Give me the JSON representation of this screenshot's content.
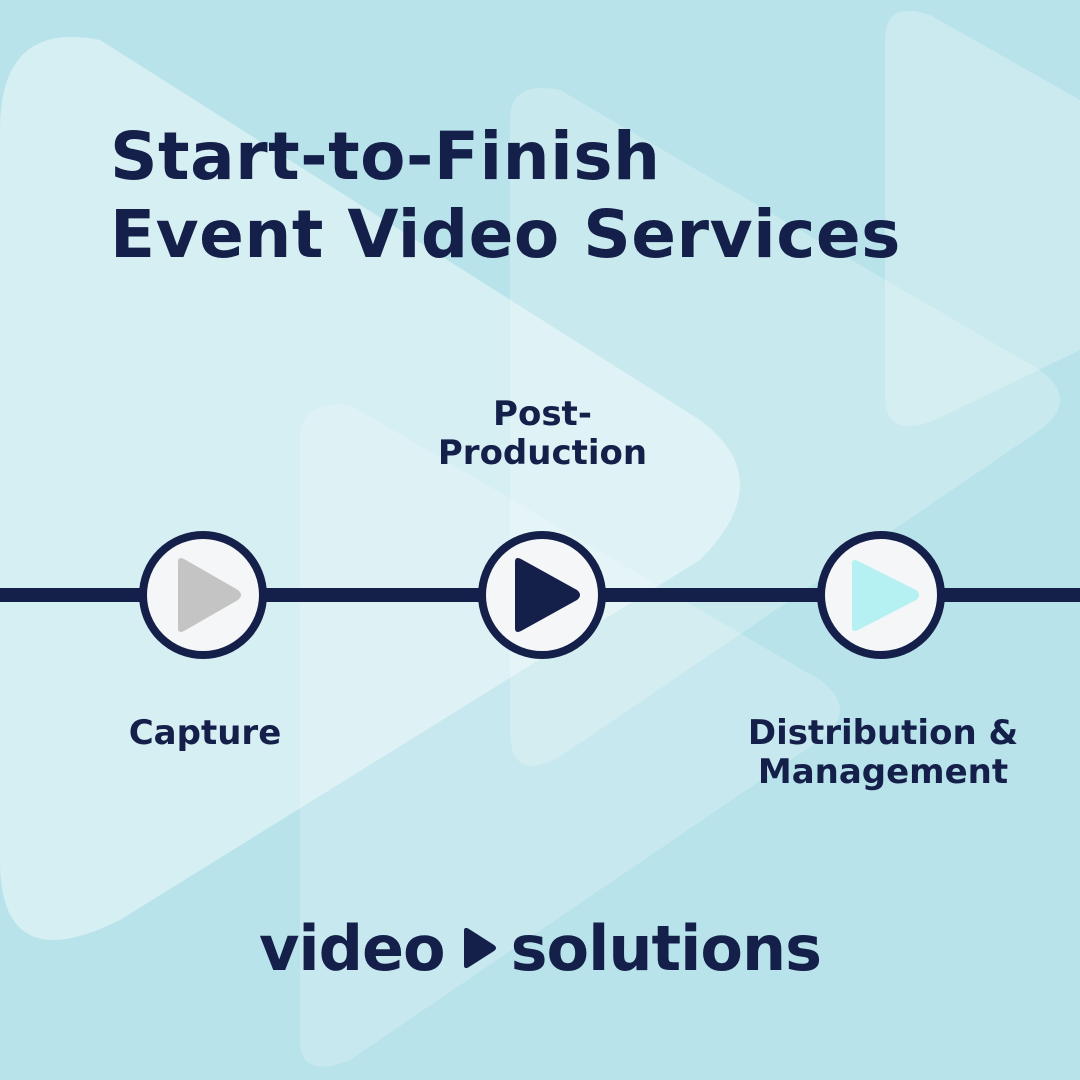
{
  "title": {
    "line1": "Start-to-Finish",
    "line2": "Event Video Services"
  },
  "steps": [
    {
      "label_lines": [
        "Capture"
      ],
      "label_position": "below",
      "icon": "play-icon",
      "icon_color": "#c4c4c4"
    },
    {
      "label_lines": [
        "Post-",
        "Production"
      ],
      "label_position": "above",
      "icon": "play-icon",
      "icon_color": "#141f4a"
    },
    {
      "label_lines": [
        "Distribution &",
        "Management"
      ],
      "label_position": "below",
      "icon": "play-icon",
      "icon_color": "#b5f0f2"
    }
  ],
  "brand": {
    "word1": "video",
    "word2": "solutions",
    "icon": "play-icon"
  },
  "colors": {
    "background": "#b9e3ea",
    "navy": "#141f4a",
    "node_fill": "#f4f6f7"
  }
}
